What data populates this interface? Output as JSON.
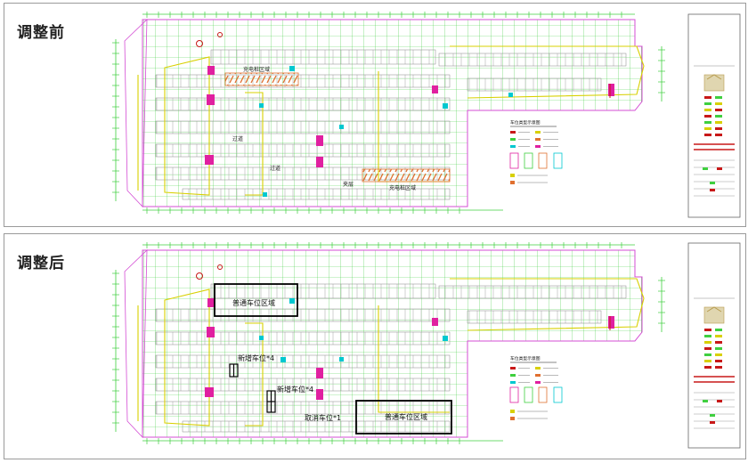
{
  "panels": {
    "before": {
      "label": "调整前"
    },
    "after": {
      "label": "调整后"
    }
  },
  "before_plan": {
    "zone_label_1": "充电桩区域",
    "zone_label_2": "充电桩区域",
    "passage_label_1": "过道",
    "passage_label_2": "过道",
    "passage_label_3": "夹层",
    "legend_title": "车位类型示意图"
  },
  "after_plan": {
    "zone_label_regular_1": "普通车位区域",
    "zone_label_regular_2": "普通车位区域",
    "added_spaces_1": "新增车位*4",
    "added_spaces_2": "新增车位*4",
    "removed_spaces": "取消车位*1",
    "legend_title": "车位类型示意图"
  },
  "colors": {
    "grid_green": "#3fcf3f",
    "outline_magenta": "#d44cd4",
    "yellow_line": "#d8d000",
    "cyan_mark": "#00c8d0",
    "magenta_block": "#e020a0",
    "charging_orange": "#e07030",
    "red_line": "#c81818",
    "highlight_black": "#000000"
  }
}
